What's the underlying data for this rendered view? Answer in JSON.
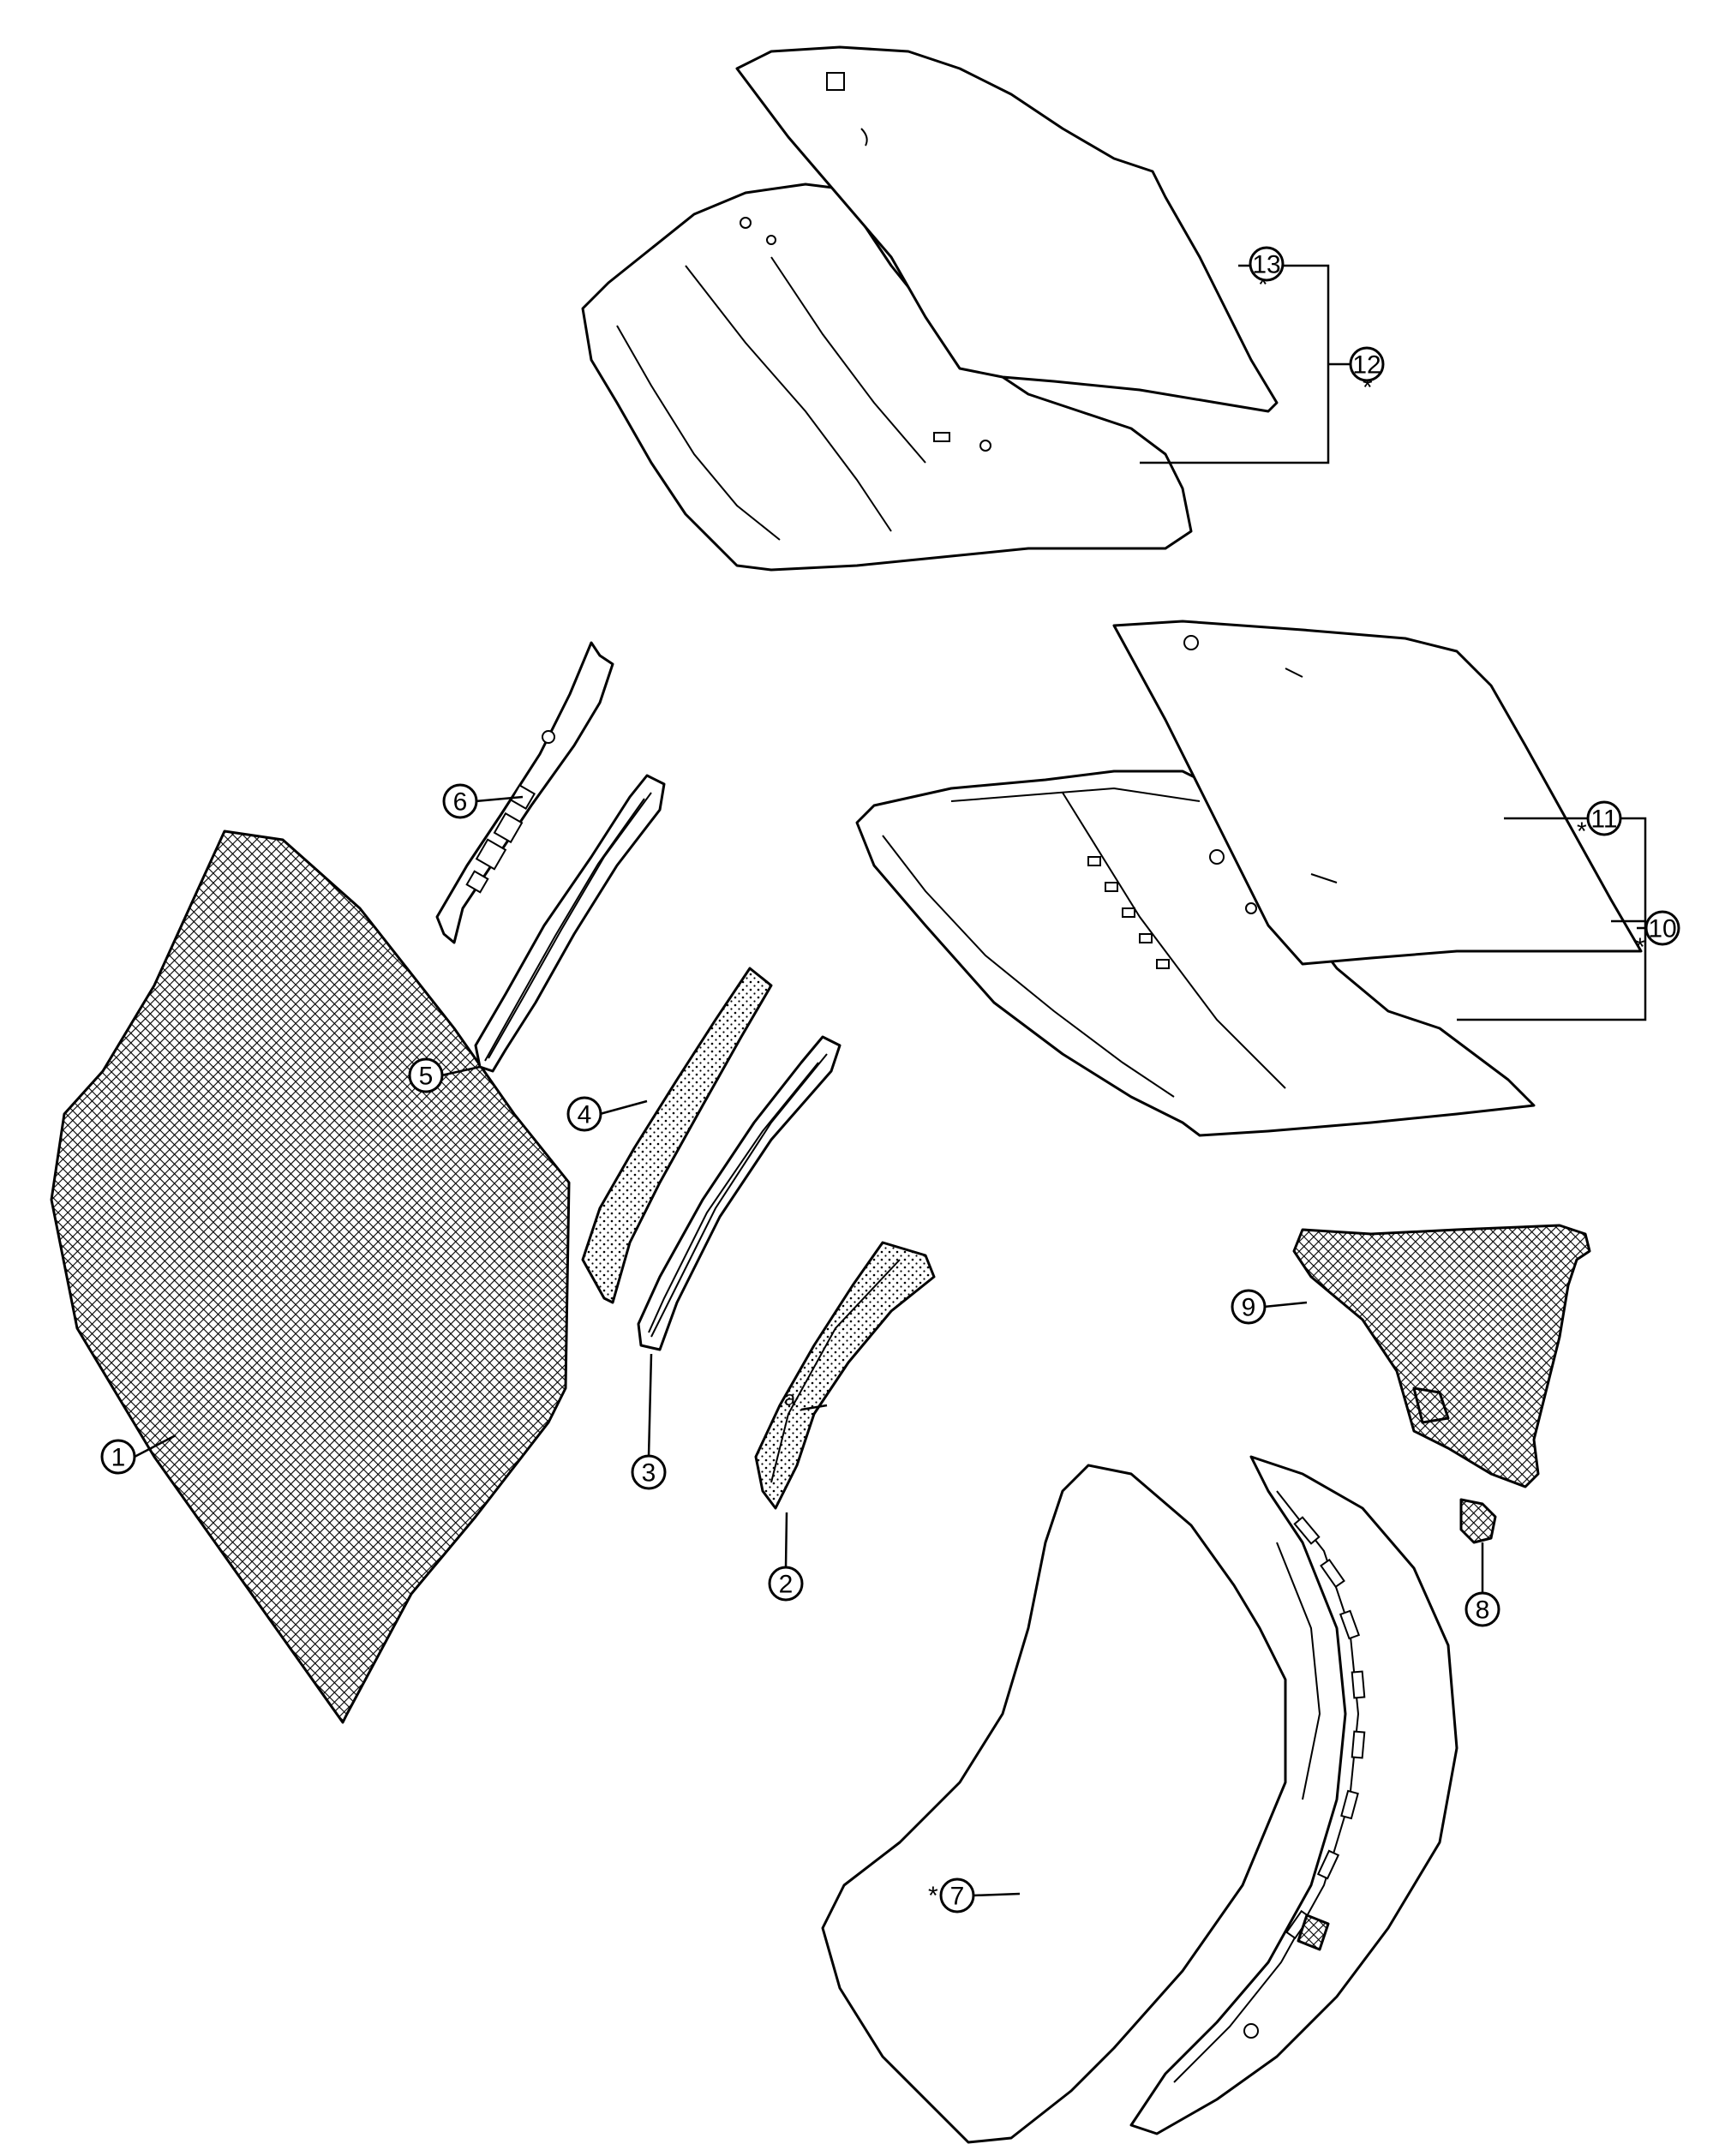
{
  "callouts": [
    {
      "number": "1",
      "starred": false
    },
    {
      "number": "2",
      "starred": false
    },
    {
      "number": "3",
      "starred": false
    },
    {
      "number": "4",
      "starred": false
    },
    {
      "number": "5",
      "starred": false
    },
    {
      "number": "6",
      "starred": false
    },
    {
      "number": "7",
      "starred": true
    },
    {
      "number": "8",
      "starred": false
    },
    {
      "number": "9",
      "starred": false
    },
    {
      "number": "10",
      "starred": true
    },
    {
      "number": "11",
      "starred": true
    },
    {
      "number": "12",
      "starred": true
    },
    {
      "number": "13",
      "starred": true
    }
  ],
  "asterisk_symbol": "*",
  "annotation_letter": "a",
  "colors": {
    "ink": "#000000",
    "paper": "#ffffff"
  }
}
